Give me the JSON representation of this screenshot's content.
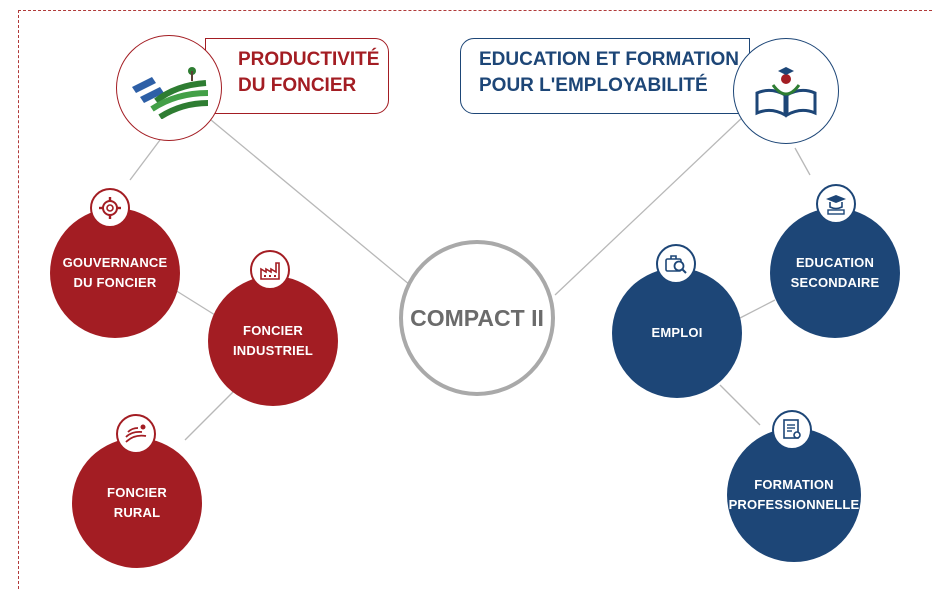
{
  "center": {
    "label": "COMPACT II"
  },
  "left_pillar": {
    "title_line1": "PRODUCTIVITÉ",
    "title_line2": "DU FONCIER",
    "icon": "farmland-icon",
    "color": "#a31d23",
    "nodes": [
      {
        "line1": "GOUVERNANCE",
        "line2": "DU FONCIER",
        "icon": "gear-icon"
      },
      {
        "line1": "FONCIER",
        "line2": "INDUSTRIEL",
        "icon": "factory-icon"
      },
      {
        "line1": "FONCIER",
        "line2": "RURAL",
        "icon": "field-icon"
      }
    ]
  },
  "right_pillar": {
    "title_line1": "EDUCATION ET FORMATION",
    "title_line2": "POUR L'EMPLOYABILITÉ",
    "icon": "open-book-icon",
    "color": "#1d4677",
    "nodes": [
      {
        "line1": "EDUCATION",
        "line2": "SECONDAIRE",
        "icon": "graduate-icon"
      },
      {
        "line1": "EMPLOI",
        "line2": "",
        "icon": "job-search-icon"
      },
      {
        "line1": "FORMATION",
        "line2": "PROFESSIONNELLE",
        "icon": "certificate-icon"
      }
    ]
  },
  "colors": {
    "red": "#a31d23",
    "blue": "#1d4677",
    "center_border": "#a9a9a9",
    "connector": "#b8b8b8"
  }
}
